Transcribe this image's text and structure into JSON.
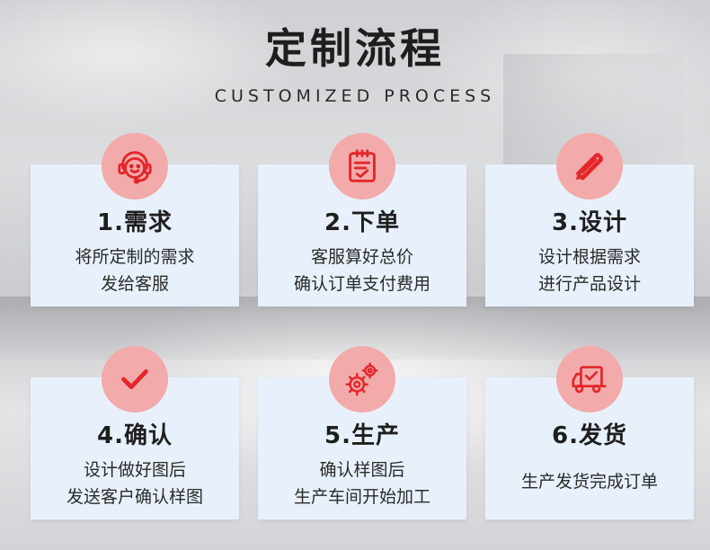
{
  "header": {
    "title": "定制流程",
    "subtitle": "CUSTOMIZED PROCESS"
  },
  "colors": {
    "accent": "#e3262b",
    "icon_bg": "#f2aaaa",
    "card_bg": "#e8f1fb"
  },
  "steps": [
    {
      "icon": "customer-service-icon",
      "title": "1.需求",
      "lines": [
        "将所定制的需求",
        "发给客服"
      ]
    },
    {
      "icon": "order-form-icon",
      "title": "2.下单",
      "lines": [
        "客服算好总价",
        "确认订单支付费用"
      ]
    },
    {
      "icon": "pencil-ruler-icon",
      "title": "3.设计",
      "lines": [
        "设计根据需求",
        "进行产品设计"
      ]
    },
    {
      "icon": "checkmark-icon",
      "title": "4.确认",
      "lines": [
        "设计做好图后",
        "发送客户确认样图"
      ]
    },
    {
      "icon": "gears-icon",
      "title": "5.生产",
      "lines": [
        "确认样图后",
        "生产车间开始加工"
      ]
    },
    {
      "icon": "delivery-truck-icon",
      "title": "6.发货",
      "lines": [
        "生产发货完成订单"
      ]
    }
  ]
}
